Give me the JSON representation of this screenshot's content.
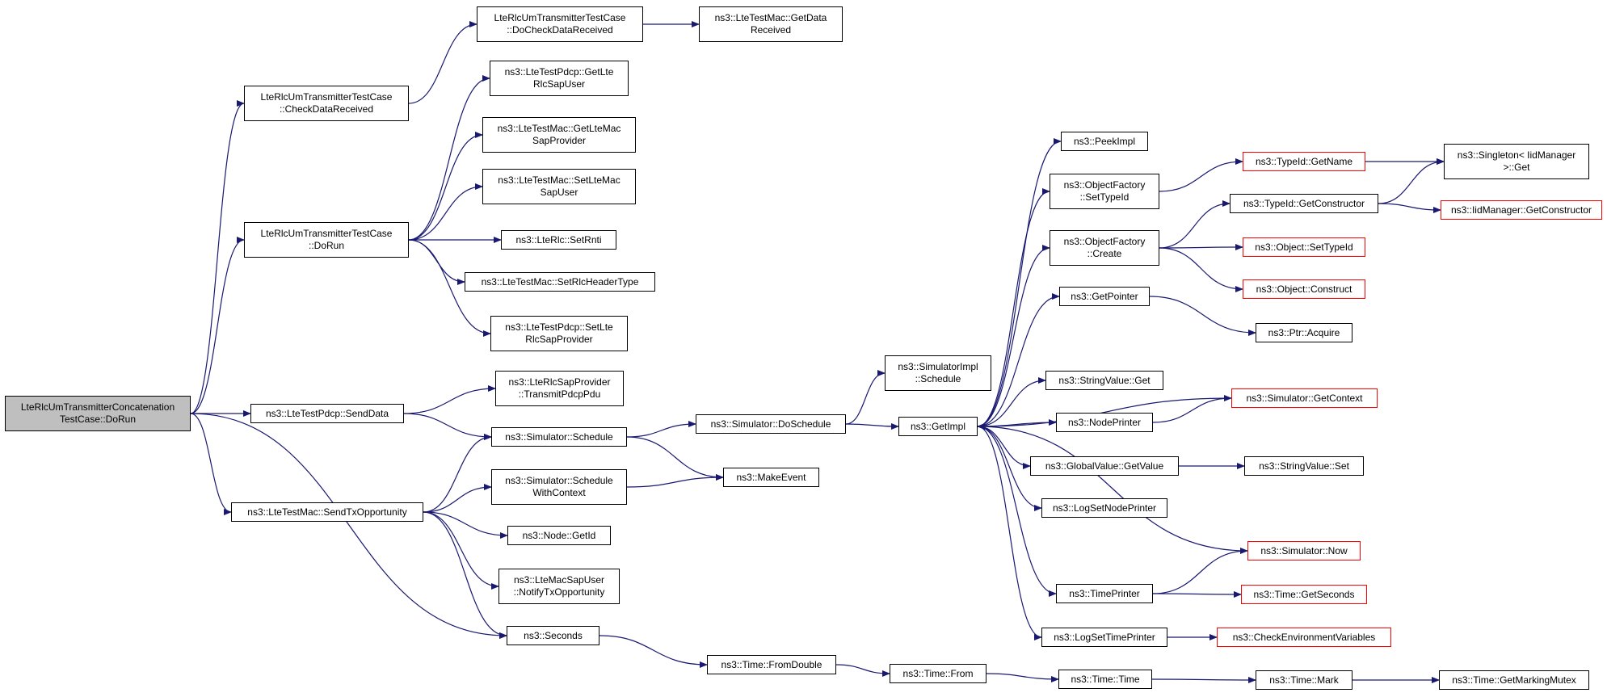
{
  "colors": {
    "edge": "#191970",
    "node_border": "#000000",
    "truncated_border": "#ff0000",
    "root_fill": "#bfbfbf"
  },
  "nodes": [
    {
      "id": "root",
      "label": "LteRlcUmTransmitterConcatenation\nTestCase::DoRun",
      "truncated": false
    },
    {
      "id": "checkData",
      "label": "LteRlcUmTransmitterTestCase\n::CheckDataReceived",
      "truncated": false
    },
    {
      "id": "doRun",
      "label": "LteRlcUmTransmitterTestCase\n::DoRun",
      "truncated": false
    },
    {
      "id": "sendData",
      "label": "ns3::LteTestPdcp::SendData",
      "truncated": false
    },
    {
      "id": "sendTx",
      "label": "ns3::LteTestMac::SendTxOpportunity",
      "truncated": false
    },
    {
      "id": "doCheck",
      "label": "LteRlcUmTransmitterTestCase\n::DoCheckDataReceived",
      "truncated": false
    },
    {
      "id": "getRlcSapUser",
      "label": "ns3::LteTestPdcp::GetLte\nRlcSapUser",
      "truncated": false
    },
    {
      "id": "getMacSapProv",
      "label": "ns3::LteTestMac::GetLteMac\nSapProvider",
      "truncated": false
    },
    {
      "id": "setMacSapUser",
      "label": "ns3::LteTestMac::SetLteMac\nSapUser",
      "truncated": false
    },
    {
      "id": "setRnti",
      "label": "ns3::LteRlc::SetRnti",
      "truncated": false
    },
    {
      "id": "setHeader",
      "label": "ns3::LteTestMac::SetRlcHeaderType",
      "truncated": false
    },
    {
      "id": "setRlcSapProv",
      "label": "ns3::LteTestPdcp::SetLte\nRlcSapProvider",
      "truncated": false
    },
    {
      "id": "transmitPdcp",
      "label": "ns3::LteRlcSapProvider\n::TransmitPdcpPdu",
      "truncated": false
    },
    {
      "id": "simSchedule",
      "label": "ns3::Simulator::Schedule",
      "truncated": false
    },
    {
      "id": "simSchedWC",
      "label": "ns3::Simulator::Schedule\nWithContext",
      "truncated": false
    },
    {
      "id": "nodeGetId",
      "label": "ns3::Node::GetId",
      "truncated": false
    },
    {
      "id": "notifyTx",
      "label": "ns3::LteMacSapUser\n::NotifyTxOpportunity",
      "truncated": false
    },
    {
      "id": "seconds",
      "label": "ns3::Seconds",
      "truncated": false
    },
    {
      "id": "getData",
      "label": "ns3::LteTestMac::GetData\nReceived",
      "truncated": false
    },
    {
      "id": "doSchedule",
      "label": "ns3::Simulator::DoSchedule",
      "truncated": false
    },
    {
      "id": "makeEvent",
      "label": "ns3::MakeEvent",
      "truncated": false
    },
    {
      "id": "fromDouble",
      "label": "ns3::Time::FromDouble",
      "truncated": false
    },
    {
      "id": "simImplSched",
      "label": "ns3::SimulatorImpl\n::Schedule",
      "truncated": false
    },
    {
      "id": "getImpl",
      "label": "ns3::GetImpl",
      "truncated": false
    },
    {
      "id": "timeFrom",
      "label": "ns3::Time::From",
      "truncated": false
    },
    {
      "id": "peekImpl",
      "label": "ns3::PeekImpl",
      "truncated": false
    },
    {
      "id": "ofSetTypeId",
      "label": "ns3::ObjectFactory\n::SetTypeId",
      "truncated": false
    },
    {
      "id": "ofCreate",
      "label": "ns3::ObjectFactory\n::Create",
      "truncated": false
    },
    {
      "id": "getPointer",
      "label": "ns3::GetPointer",
      "truncated": false
    },
    {
      "id": "strGet",
      "label": "ns3::StringValue::Get",
      "truncated": false
    },
    {
      "id": "nodePrinter",
      "label": "ns3::NodePrinter",
      "truncated": false
    },
    {
      "id": "gvGetValue",
      "label": "ns3::GlobalValue::GetValue",
      "truncated": false
    },
    {
      "id": "logSetNode",
      "label": "ns3::LogSetNodePrinter",
      "truncated": false
    },
    {
      "id": "timePrinter",
      "label": "ns3::TimePrinter",
      "truncated": false
    },
    {
      "id": "logSetTime",
      "label": "ns3::LogSetTimePrinter",
      "truncated": false
    },
    {
      "id": "timeTime",
      "label": "ns3::Time::Time",
      "truncated": false
    },
    {
      "id": "typeIdGetName",
      "label": "ns3::TypeId::GetName",
      "truncated": true
    },
    {
      "id": "typeIdGetCtor",
      "label": "ns3::TypeId::GetConstructor",
      "truncated": false
    },
    {
      "id": "objSetTypeId",
      "label": "ns3::Object::SetTypeId",
      "truncated": true
    },
    {
      "id": "objConstruct",
      "label": "ns3::Object::Construct",
      "truncated": true
    },
    {
      "id": "ptrAcquire",
      "label": "ns3::Ptr::Acquire",
      "truncated": false
    },
    {
      "id": "simGetContext",
      "label": "ns3::Simulator::GetContext",
      "truncated": true
    },
    {
      "id": "strSet",
      "label": "ns3::StringValue::Set",
      "truncated": false
    },
    {
      "id": "simNow",
      "label": "ns3::Simulator::Now",
      "truncated": true
    },
    {
      "id": "timeGetSeconds",
      "label": "ns3::Time::GetSeconds",
      "truncated": true
    },
    {
      "id": "checkEnv",
      "label": "ns3::CheckEnvironmentVariables",
      "truncated": true
    },
    {
      "id": "timeMark",
      "label": "ns3::Time::Mark",
      "truncated": false
    },
    {
      "id": "singletonGet",
      "label": "ns3::Singleton< IidManager\n >::Get",
      "truncated": false
    },
    {
      "id": "iidGetCtor",
      "label": "ns3::IidManager::GetConstructor",
      "truncated": true
    },
    {
      "id": "getMarkMutex",
      "label": "ns3::Time::GetMarkingMutex",
      "truncated": false
    }
  ],
  "edges": [
    [
      "root",
      "checkData"
    ],
    [
      "root",
      "doRun"
    ],
    [
      "root",
      "sendData"
    ],
    [
      "root",
      "sendTx"
    ],
    [
      "root",
      "seconds"
    ],
    [
      "checkData",
      "doCheck"
    ],
    [
      "doCheck",
      "getData"
    ],
    [
      "doRun",
      "getRlcSapUser"
    ],
    [
      "doRun",
      "getMacSapProv"
    ],
    [
      "doRun",
      "setMacSapUser"
    ],
    [
      "doRun",
      "setRnti"
    ],
    [
      "doRun",
      "setHeader"
    ],
    [
      "doRun",
      "setRlcSapProv"
    ],
    [
      "sendData",
      "transmitPdcp"
    ],
    [
      "sendData",
      "simSchedule"
    ],
    [
      "sendTx",
      "simSchedule"
    ],
    [
      "sendTx",
      "simSchedWC"
    ],
    [
      "sendTx",
      "nodeGetId"
    ],
    [
      "sendTx",
      "notifyTx"
    ],
    [
      "sendTx",
      "seconds"
    ],
    [
      "simSchedule",
      "doSchedule"
    ],
    [
      "simSchedule",
      "makeEvent"
    ],
    [
      "simSchedWC",
      "makeEvent"
    ],
    [
      "seconds",
      "fromDouble"
    ],
    [
      "fromDouble",
      "timeFrom"
    ],
    [
      "timeFrom",
      "timeTime"
    ],
    [
      "timeTime",
      "timeMark"
    ],
    [
      "timeMark",
      "getMarkMutex"
    ],
    [
      "doSchedule",
      "simImplSched"
    ],
    [
      "doSchedule",
      "getImpl"
    ],
    [
      "getImpl",
      "peekImpl"
    ],
    [
      "getImpl",
      "ofSetTypeId"
    ],
    [
      "getImpl",
      "ofCreate"
    ],
    [
      "getImpl",
      "getPointer"
    ],
    [
      "getImpl",
      "strGet"
    ],
    [
      "getImpl",
      "nodePrinter"
    ],
    [
      "getImpl",
      "gvGetValue"
    ],
    [
      "getImpl",
      "logSetNode"
    ],
    [
      "getImpl",
      "timePrinter"
    ],
    [
      "getImpl",
      "logSetTime"
    ],
    [
      "simGetContext",
      "getImpl"
    ],
    [
      "simNow",
      "getImpl"
    ],
    [
      "ofSetTypeId",
      "typeIdGetName"
    ],
    [
      "typeIdGetName",
      "singletonGet"
    ],
    [
      "ofCreate",
      "typeIdGetCtor"
    ],
    [
      "ofCreate",
      "objSetTypeId"
    ],
    [
      "ofCreate",
      "objConstruct"
    ],
    [
      "typeIdGetCtor",
      "singletonGet"
    ],
    [
      "typeIdGetCtor",
      "iidGetCtor"
    ],
    [
      "getPointer",
      "ptrAcquire"
    ],
    [
      "nodePrinter",
      "simGetContext"
    ],
    [
      "gvGetValue",
      "strSet"
    ],
    [
      "timePrinter",
      "simNow"
    ],
    [
      "timePrinter",
      "timeGetSeconds"
    ],
    [
      "logSetTime",
      "checkEnv"
    ]
  ]
}
